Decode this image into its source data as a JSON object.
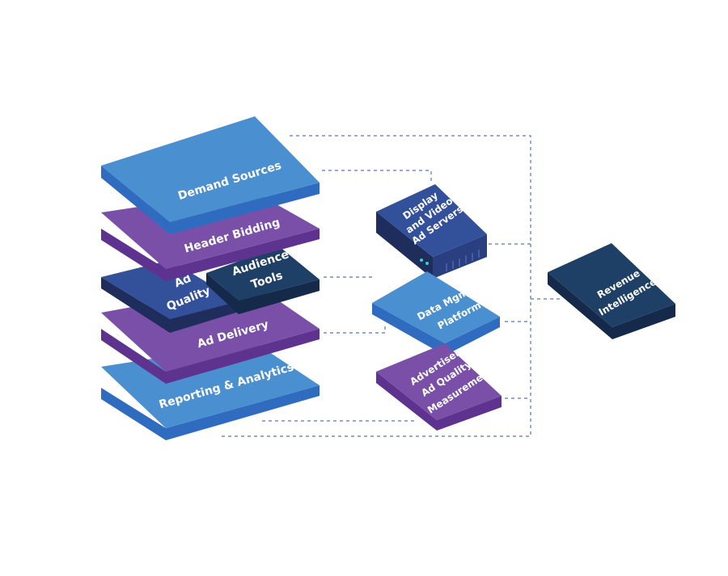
{
  "stack": {
    "demand_sources": "Demand Sources",
    "header_bidding": "Header Bidding",
    "ad_quality": [
      "Ad",
      "Quality"
    ],
    "audience_tools": [
      "Audience",
      "Tools"
    ],
    "ad_delivery": "Ad Delivery",
    "reporting_analytics": "Reporting & Analytics"
  },
  "services": {
    "ad_servers": [
      "Display",
      "and Video",
      "Ad Servers"
    ],
    "data_mgmt": [
      "Data Mgmt",
      "Platform"
    ],
    "advertiser_quality": [
      "Advertiser",
      "Ad Quality",
      "Measurement"
    ]
  },
  "revenue": [
    "Revenue",
    "Intelligence"
  ],
  "colors": {
    "blue_top": "#4a8fd0",
    "blue_side": "#2f6cbf",
    "purple_top": "#7a4fa8",
    "purple_side": "#5e3390",
    "royal_top": "#33509a",
    "royal_side": "#1f2d5c",
    "navy_top": "#1e3f66",
    "navy_side": "#15294a",
    "connector": "#4f79c0"
  }
}
